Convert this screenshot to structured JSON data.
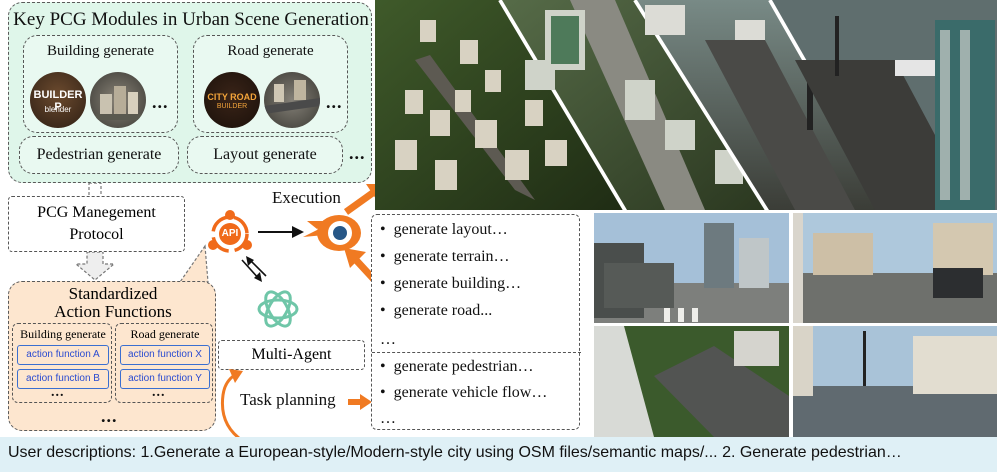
{
  "key_panel": {
    "title": "Key PCG Modules in Urban Scene Generation",
    "building_generate": "Building generate",
    "road_generate": "Road generate",
    "pedestrian_generate": "Pedestrian generate",
    "layout_generate": "Layout generate",
    "ellipsis": "...",
    "building_logo_text": "BUILDER P",
    "building_logo_sub": "blender",
    "road_logo_line1": "CITY ROAD",
    "road_logo_line2": "BUILDER"
  },
  "management": {
    "line1": "PCG Manegement",
    "line2": "Protocol"
  },
  "standardized": {
    "line1": "Standardized",
    "line2": "Action Functions",
    "building_generate": "Building generate",
    "road_generate": "Road generate",
    "building_functions": [
      "action function A",
      "action function B"
    ],
    "road_functions": [
      "action function X",
      "action function Y"
    ],
    "ellipsis": "..."
  },
  "middle": {
    "execution": "Execution",
    "api": "API",
    "multi_agent": "Multi-Agent",
    "task_planning": "Task planning"
  },
  "generate_list": {
    "items": [
      "generate layout…",
      "generate terrain…",
      "generate building…",
      "generate road...",
      "…",
      "generate pedestrian…",
      "generate vehicle flow…",
      "…"
    ],
    "bullet": "•"
  },
  "user_bar": {
    "text": "User descriptions: 1.Generate a European-style/Modern-style city using OSM files/semantic maps/...  2. Generate pedestrian…"
  },
  "colors": {
    "key_panel_bg": "#dff6ea",
    "std_panel_bg": "#fde6cf",
    "user_bar_bg": "#dff0f6",
    "arrow_orange": "#f07a22",
    "api_orange": "#f06a1a",
    "openai_green": "#6fc6a8",
    "function_blue": "#2a4bd0"
  }
}
